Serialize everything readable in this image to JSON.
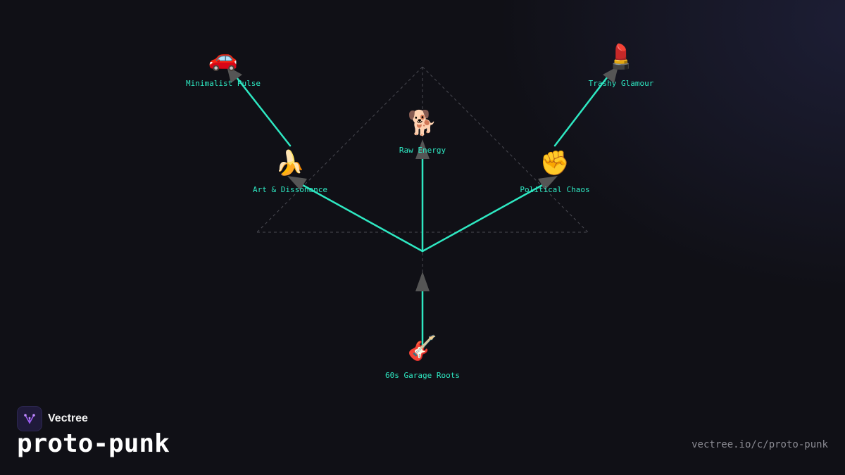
{
  "brand": {
    "name": "Vectree"
  },
  "page_title": "proto-punk",
  "url": "vectree.io/c/proto-punk",
  "colors": {
    "edge": "#2ee8c2",
    "arrow": "#555555",
    "guide": "#4a4a52",
    "label": "#2ee8c2"
  },
  "nodes": [
    {
      "id": "minimalist-pulse",
      "label": "Minimalist Pulse",
      "emoji": "🚗"
    },
    {
      "id": "trashy-glamour",
      "label": "Trashy Glamour",
      "emoji": "💄"
    },
    {
      "id": "raw-energy",
      "label": "Raw Energy",
      "emoji": "🐕"
    },
    {
      "id": "art-dissonance",
      "label": "Art & Dissonance",
      "emoji": "🍌"
    },
    {
      "id": "political-chaos",
      "label": "Political Chaos",
      "emoji": "✊"
    },
    {
      "id": "garage-roots",
      "label": "60s Garage Roots",
      "emoji": "🎸"
    }
  ]
}
